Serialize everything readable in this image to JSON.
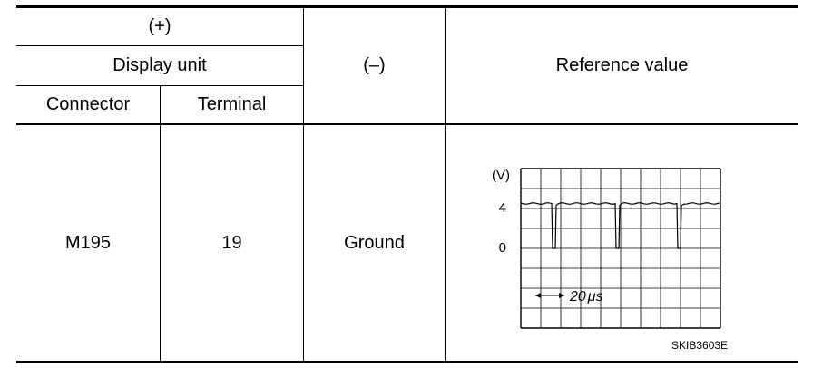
{
  "header": {
    "plus": "(+)",
    "display_unit": "Display unit",
    "connector": "Connector",
    "terminal": "Terminal",
    "minus": "(–)",
    "reference_value": "Reference value"
  },
  "row": {
    "connector": "M195",
    "terminal": "19",
    "minus": "Ground"
  },
  "waveform": {
    "unit_label": "(V)",
    "y_ticks": [
      "4",
      "0"
    ],
    "high_level_v": 4.5,
    "low_level_v": 0,
    "time_division": "20",
    "time_unit": "μs",
    "pulse_count": 3
  },
  "figure_code": "SKIB3603E"
}
